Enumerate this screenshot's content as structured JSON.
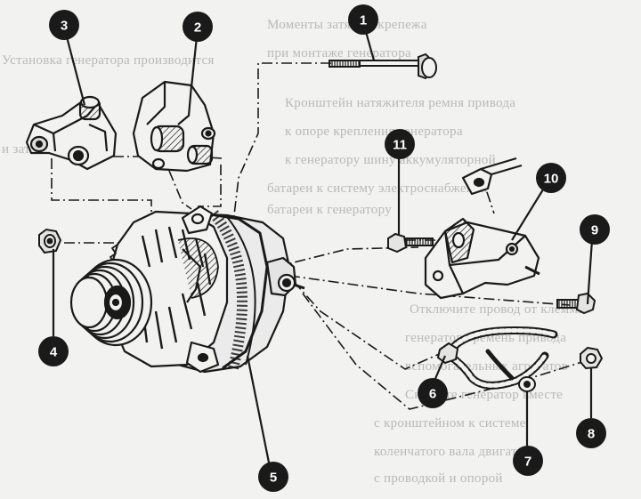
{
  "background_text_lines": [
    "Моменты затяжки крепежа",
    "при монтаже генератора",
    "Кронштейн натяжителя ремня привода",
    "к опоре крепления генератора",
    "к генератору шину аккумуляторной",
    "батареи к систему электроснабжения",
    "батареи к генератору",
    "Отключите провод от клеммы",
    "генератора ремень привода",
    "вспомогательных агрегатов",
    "Снимите генератор вместе",
    "с кронштейном к системе",
    "коленчатого вала двигателя",
    "с проводкой и опорой",
    "Установка генератора производится",
    "и затяжкой"
  ],
  "callouts": [
    {
      "id": "1",
      "label": "1"
    },
    {
      "id": "2",
      "label": "2"
    },
    {
      "id": "3",
      "label": "3"
    },
    {
      "id": "4",
      "label": "4"
    },
    {
      "id": "5",
      "label": "5"
    },
    {
      "id": "6",
      "label": "6"
    },
    {
      "id": "7",
      "label": "7"
    },
    {
      "id": "8",
      "label": "8"
    },
    {
      "id": "9",
      "label": "9"
    },
    {
      "id": "10",
      "label": "10"
    },
    {
      "id": "11",
      "label": "11"
    }
  ],
  "colors": {
    "ink": "#1a1a1a",
    "paper": "#f2f2f0",
    "ghost_text": "#b9b9b9"
  }
}
